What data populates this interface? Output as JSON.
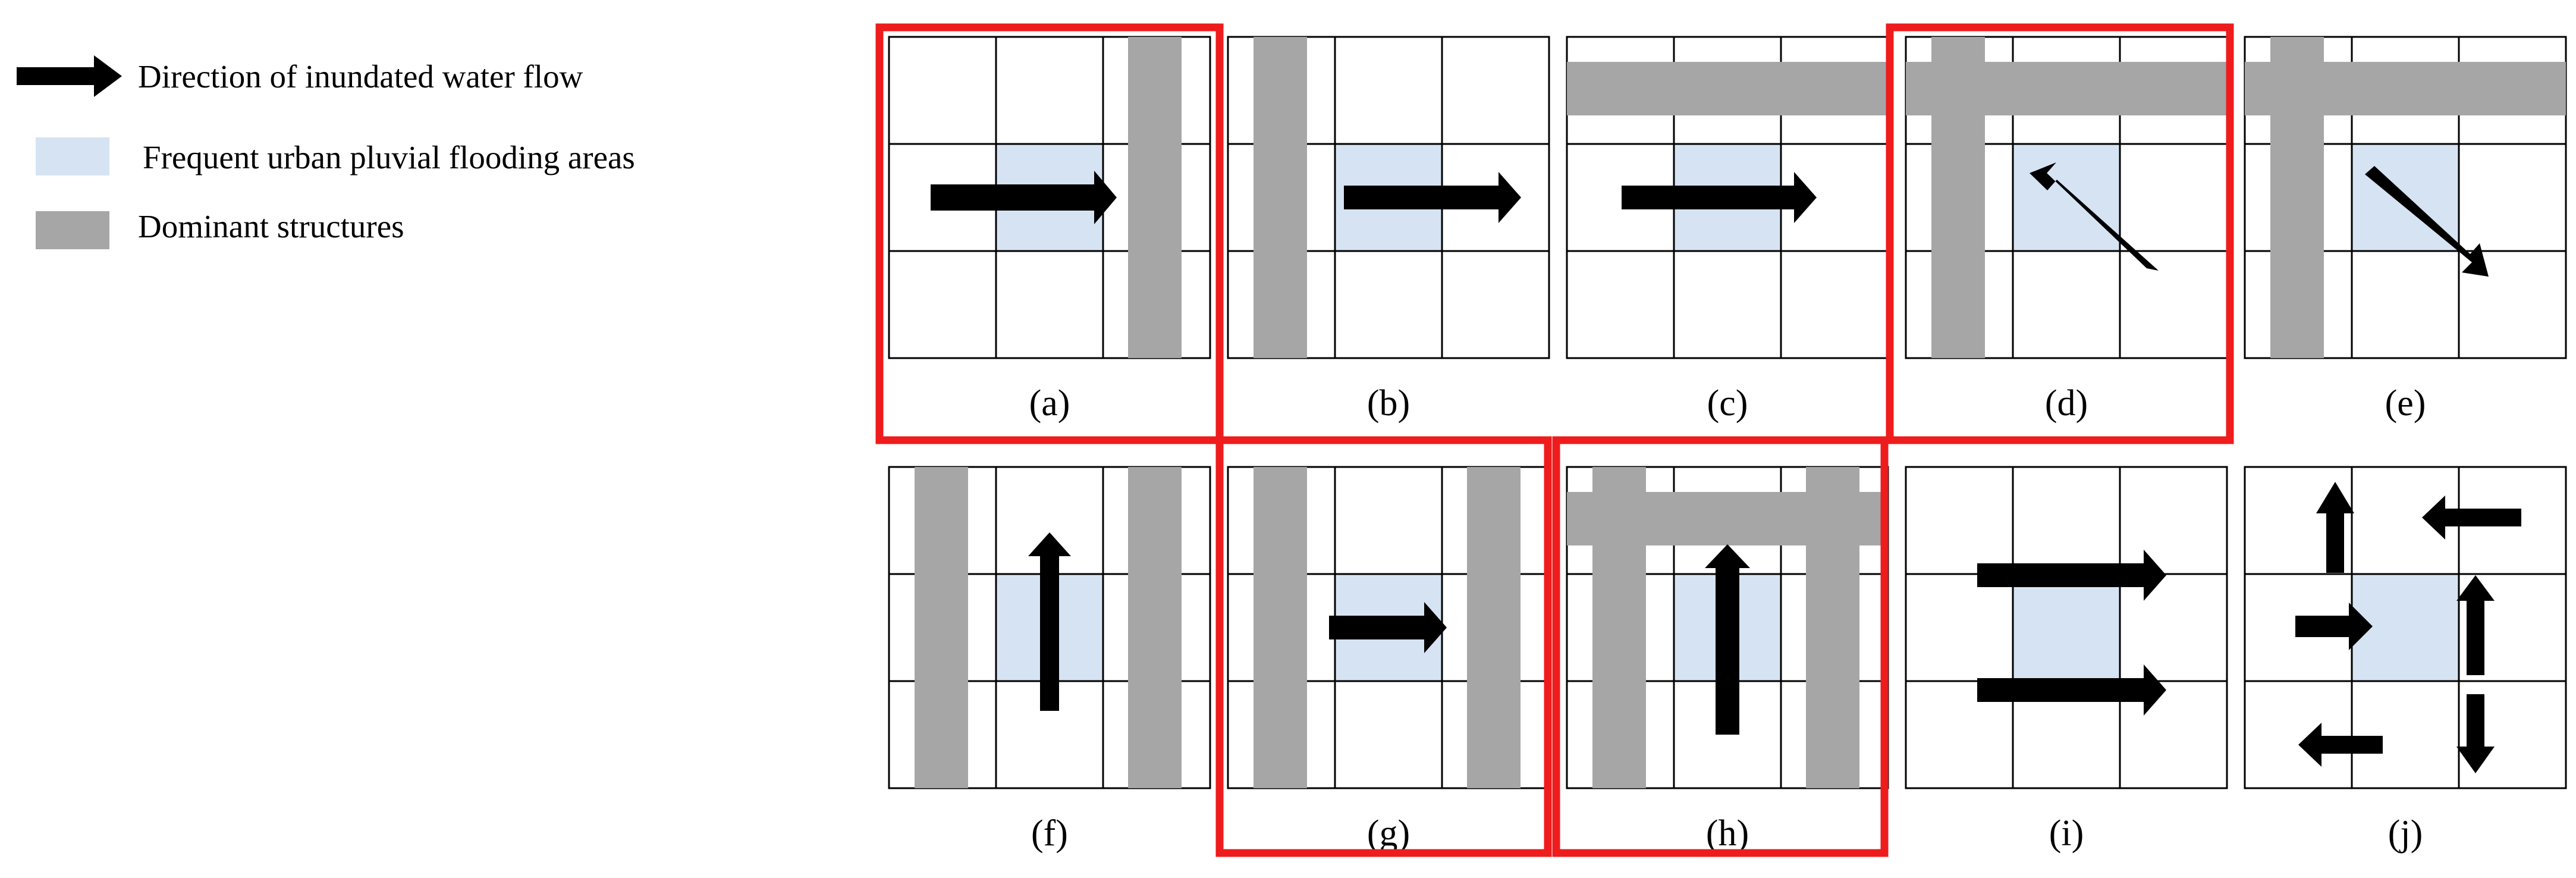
{
  "legend": {
    "flow_label": "Direction of inundated water flow",
    "flood_label": "Frequent urban pluvial flooding areas",
    "structure_label": "Dominant structures"
  },
  "colors": {
    "arrow": "#000000",
    "flood_area": "#d6e3f3",
    "structure": "#a6a6a6",
    "grid_line": "#000000",
    "highlight_box": "#ee1c1c"
  },
  "panels": [
    {
      "id": "a",
      "caption": "(a)",
      "structures": [
        "right column"
      ],
      "flow": [
        "east into right structure"
      ]
    },
    {
      "id": "b",
      "caption": "(b)",
      "structures": [
        "left column"
      ],
      "flow": [
        "east away from left structure"
      ]
    },
    {
      "id": "c",
      "caption": "(c)",
      "structures": [
        "top row"
      ],
      "flow": [
        "east"
      ]
    },
    {
      "id": "d",
      "caption": "(d)",
      "structures": [
        "top row",
        "left column"
      ],
      "flow": [
        "north-west toward corner"
      ]
    },
    {
      "id": "e",
      "caption": "(e)",
      "structures": [
        "top row",
        "left column"
      ],
      "flow": [
        "south-east away from corner"
      ]
    },
    {
      "id": "f",
      "caption": "(f)",
      "structures": [
        "left column",
        "right column"
      ],
      "flow": [
        "north"
      ]
    },
    {
      "id": "g",
      "caption": "(g)",
      "structures": [
        "left column",
        "right column"
      ],
      "flow": [
        "east"
      ]
    },
    {
      "id": "h",
      "caption": "(h)",
      "structures": [
        "top row",
        "left column",
        "right column"
      ],
      "flow": [
        "north"
      ]
    },
    {
      "id": "i",
      "caption": "(i)",
      "structures": [],
      "flow": [
        "east",
        "east"
      ]
    },
    {
      "id": "j",
      "caption": "(j)",
      "structures": [],
      "flow": [
        "north",
        "west",
        "east",
        "north",
        "west",
        "south"
      ]
    }
  ],
  "highlighted_groups": [
    [
      "a"
    ],
    [
      "d"
    ],
    [
      "g"
    ],
    [
      "h"
    ]
  ]
}
